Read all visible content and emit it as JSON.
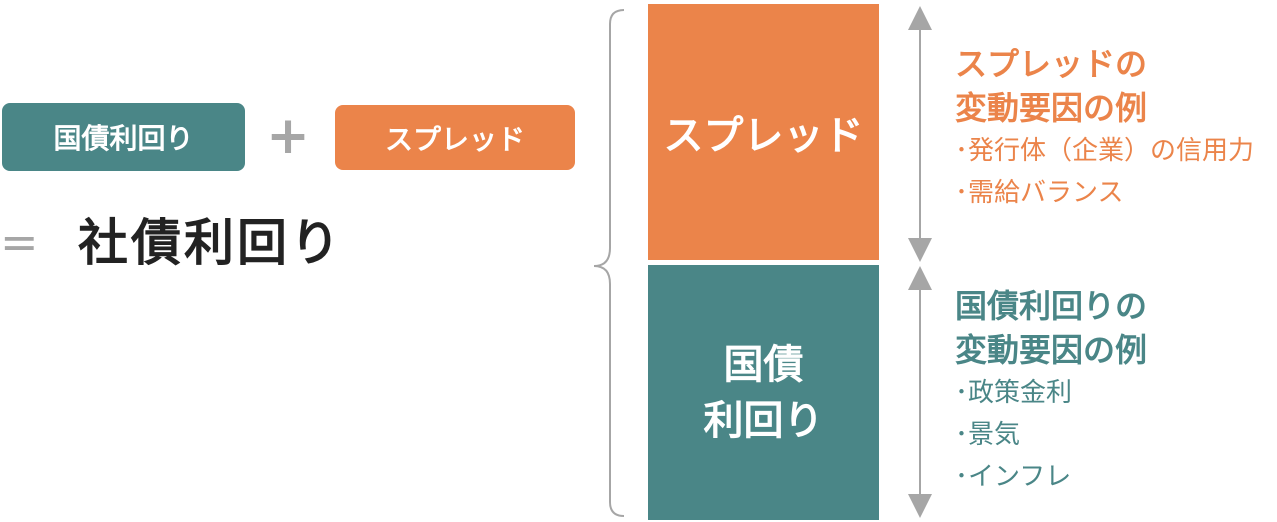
{
  "formula": {
    "govt_label": "国債利回り",
    "plus": "+",
    "spread_label": "スプレッド",
    "equals": "=",
    "result": "社債利回り"
  },
  "blocks": {
    "spread": "スプレッド",
    "govt_line1": "国債",
    "govt_line2": "利回り"
  },
  "spread_factors": {
    "heading_line1": "スプレッドの",
    "heading_line2": "変動要因の例",
    "items": [
      "･発行体（企業）の信用力",
      "･需給バランス"
    ]
  },
  "govt_factors": {
    "heading_line1": "国債利回りの",
    "heading_line2": "変動要因の例",
    "items": [
      "･政策金利",
      "･景気",
      "･インフレ"
    ]
  },
  "colors": {
    "orange": "#eb844a",
    "teal": "#4a8687",
    "gray": "#a6a6a6",
    "dark_text": "#222222"
  }
}
